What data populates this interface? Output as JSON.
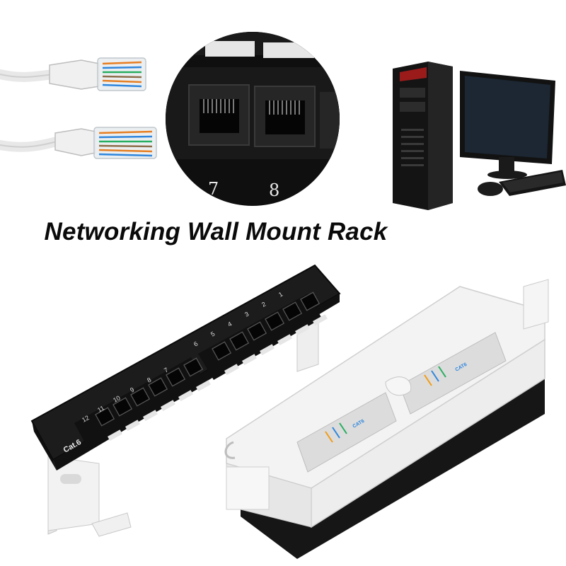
{
  "title": "Networking Wall Mount Rack",
  "closeup": {
    "port_labels": [
      "7",
      "8"
    ]
  },
  "front_panel": {
    "brand_label": "Cat.6",
    "port_numbers_left": [
      "12",
      "11",
      "10",
      "9",
      "8",
      "7"
    ],
    "port_numbers_right": [
      "6",
      "5",
      "4",
      "3",
      "2",
      "1"
    ]
  },
  "rear_panel": {
    "module_labels": [
      "CAT6",
      "CAT6"
    ]
  },
  "colors": {
    "panel_black": "#1c1c1c",
    "bracket_white": "#f2f2f2",
    "title_text": "#0a0a0a"
  },
  "icons": [
    "ethernet-cable-icon",
    "computer-tower-icon",
    "monitor-icon",
    "keyboard-icon",
    "mouse-icon"
  ]
}
